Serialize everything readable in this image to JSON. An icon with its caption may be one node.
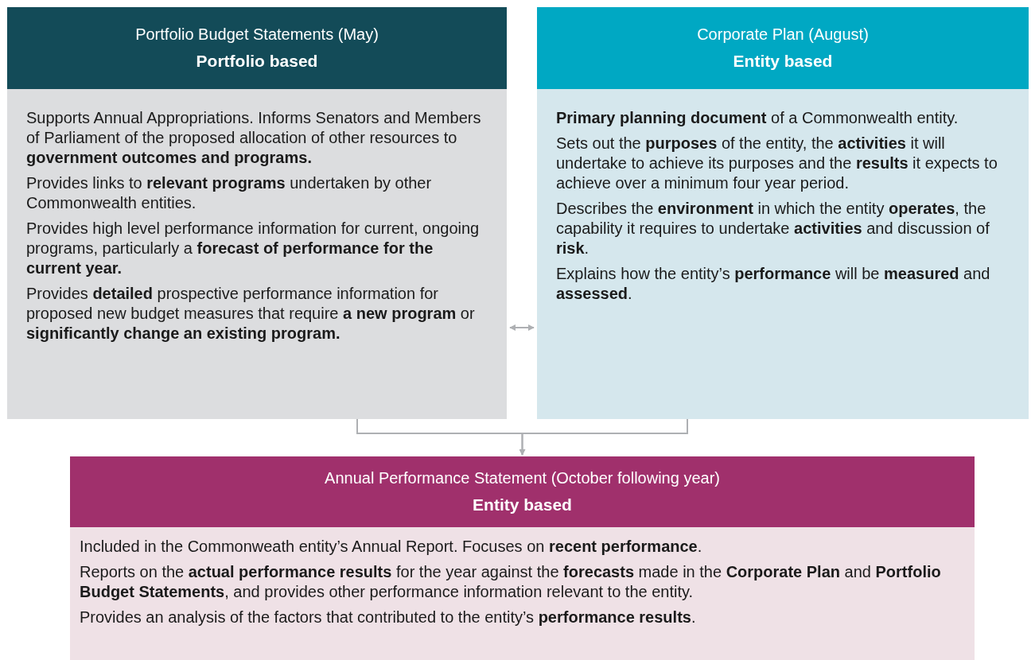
{
  "diagram": {
    "nodes": [
      {
        "text": [
          "Portfolio Budget Statements (May)",
          "Portfolio based",
          "Supports Annual Appropriations. Informs Senators and Members of Parliament of the proposed allocation of other resources to **government outcomes and programs.**",
          "Provides links to **relevant programs** undertaken by other Commonwealth entities.",
          "Provides high level performance information for current, ongoing programs, particularly a **forecast of performance for the current year.**",
          "Provides **detailed** prospective performance information for proposed new budget measures that require **a new program** or **significantly change an existing program.**"
        ]
      },
      {
        "text": [
          "Corporate Plan (August)",
          "Entity based",
          "**Primary planning document** of a Commonwealth entity.",
          "Sets out the **purposes** of the entity, the **activities** it will undertake to achieve its purposes and the **results** it expects to achieve over a minimum four year period.",
          "Describes the **environment** in which the entity **operates**, the capability it requires to undertake **activities** and discussion of **risk**.",
          "Explains how the entity’s **performance** will be **measured** and **assessed**."
        ]
      },
      {
        "text": [
          "Annual Performance Statement (October following year)",
          "Entity based",
          "Included in the Commonweath entity’s Annual Report. Focuses on **recent performance**.",
          "Reports on the **actual performance results** for the year against the **forecasts** made in the **Corporate Plan** and **Portfolio Budget Statements**, and provides other performance information relevant to the entity.",
          "Provides an analysis of the factors that contributed to the entity’s **performance results**."
        ]
      }
    ],
    "edges": [
      {
        "from": 0,
        "to": 1,
        "arrow": "both"
      },
      {
        "from": 0,
        "to": 2,
        "arrow": "to"
      },
      {
        "from": 1,
        "to": 2,
        "arrow": "to"
      }
    ]
  }
}
